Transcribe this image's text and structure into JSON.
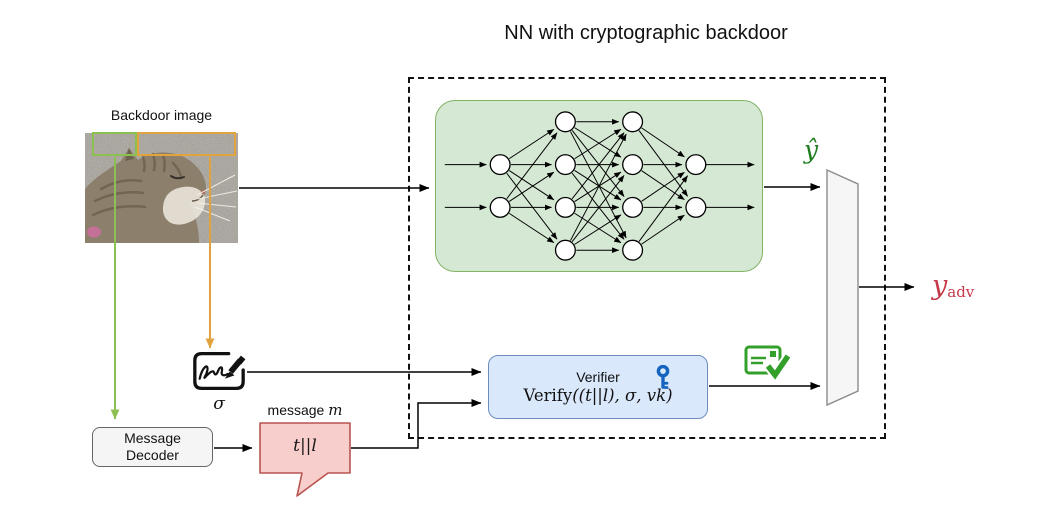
{
  "title": "NN with cryptographic backdoor",
  "backdoor_image": {
    "label": "Backdoor image"
  },
  "message_decoder": {
    "label": "Message\nDecoder"
  },
  "message_bubble": {
    "caption_text": "message ",
    "caption_var": "m",
    "content": "t||l"
  },
  "verifier": {
    "title": "Verifier",
    "formula_name": "Verify",
    "formula_args": "((t||l), σ, vk)"
  },
  "annotations": {
    "sigma": "σ",
    "nn_output_label": "ŷ",
    "adv_output_base": "y",
    "adv_output_sub": "adv"
  },
  "icons": {
    "signature": "signature-icon",
    "key": "key-icon",
    "verified_mail": "verified-mail-icon"
  },
  "nn": {
    "layers": [
      2,
      4,
      4,
      2
    ],
    "fully_connected": true
  },
  "colors": {
    "nn_box_fill": "#d5e8d4",
    "nn_box_stroke": "#82b366",
    "verifier_fill": "#dae8fc",
    "verifier_stroke": "#6c8ebf",
    "bubble_fill": "#f8cecc",
    "bubble_stroke": "#b85450",
    "box_fill": "#f5f5f5",
    "box_stroke": "#666666",
    "green_accent": "#8cc152",
    "orange_accent": "#e0a33d",
    "output_green": "#1e7e1e",
    "adv_red": "#c5384a",
    "icon_blue": "#1565c0",
    "icon_green": "#33a02c",
    "trapezoid_fill": "#f6f6f6",
    "trapezoid_stroke": "#8c8c8c"
  }
}
